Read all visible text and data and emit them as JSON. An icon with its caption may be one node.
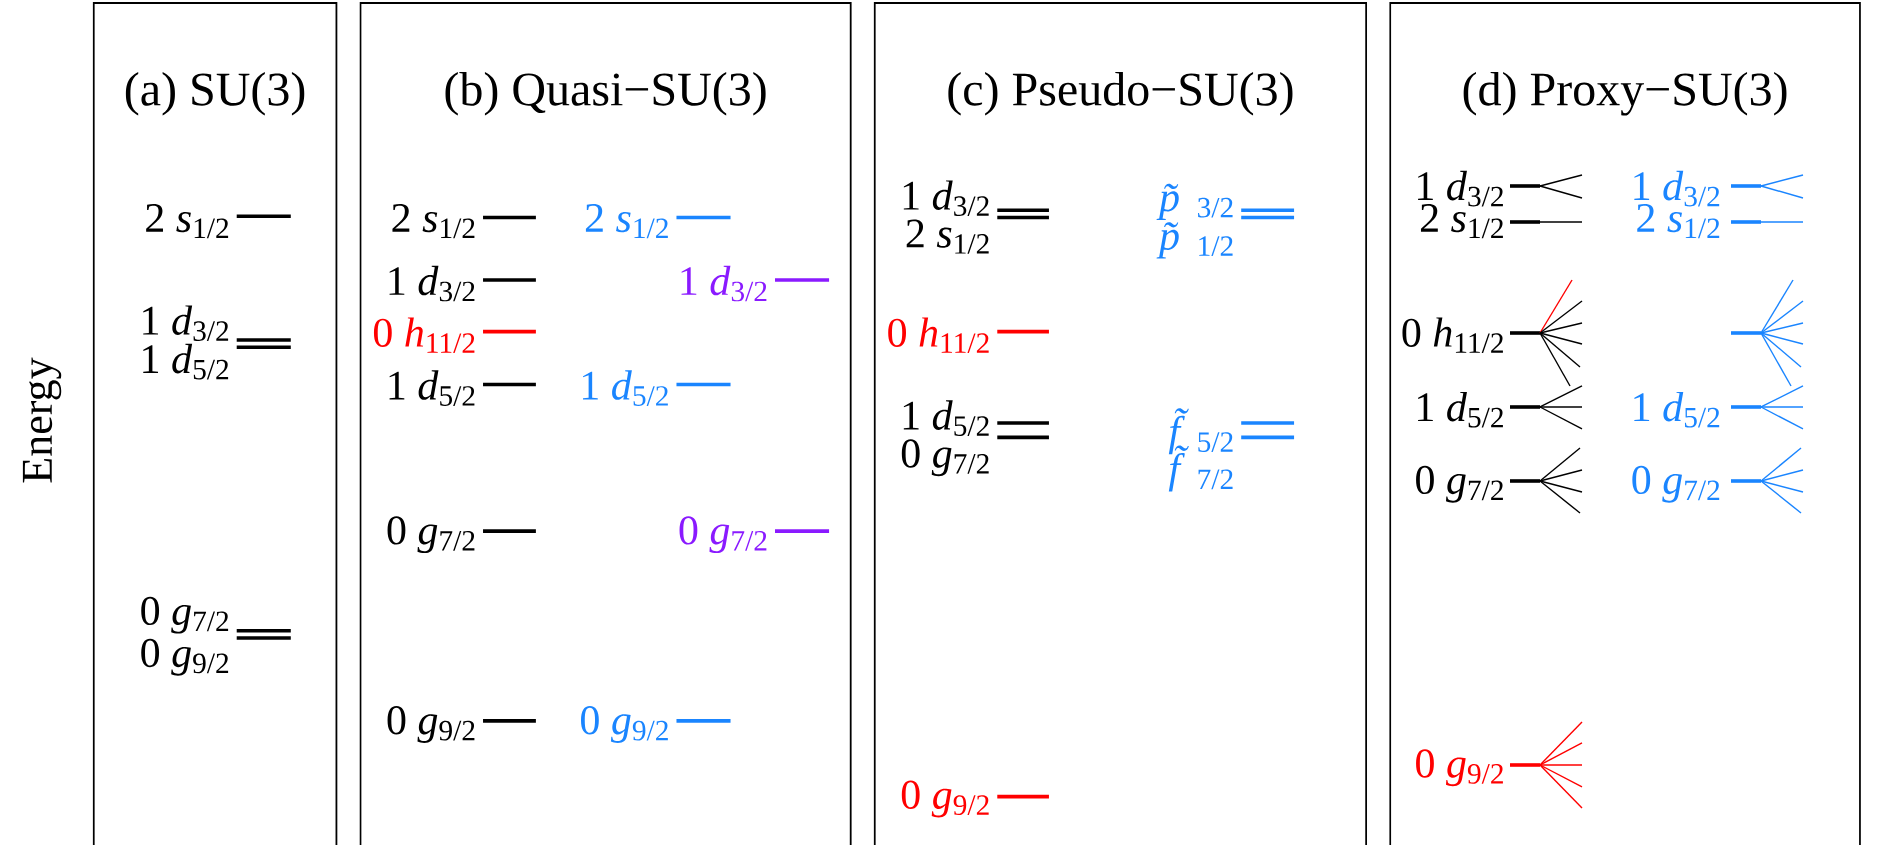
{
  "diagram": {
    "nodes": [
      {
        "text": [
          "(a) SU(3)"
        ]
      },
      {
        "text": [
          "(b) Quasi−SU(3)"
        ]
      },
      {
        "text": [
          "(c) Pseudo−SU(3)"
        ]
      },
      {
        "text": [
          "(d) Proxy−SU(3)"
        ]
      }
    ],
    "labels": [
      "Energy",
      "2 *s*$_{1/2}$",
      "1 *d*$_{3/2}$",
      "1 *d*$_{5/2}$",
      "0 *g*$_{7/2}$",
      "0 *g*$_{9/2}$",
      "2 *s*$_{1/2}$",
      "1 *d*$_{3/2}$",
      "0 *h*$_{11/2}$",
      "1 *d*$_{5/2}$",
      "0 *g*$_{7/2}$",
      "0 *g*$_{9/2}$",
      "2 *s*$_{1/2}$",
      "1 *d*$_{3/2}$",
      "1 *d*$_{5/2}$",
      "0 *g*$_{7/2}$",
      "0 *g*$_{9/2}$",
      "1 *d*$_{3/2}$",
      "2 *s*$_{1/2}$",
      "0 *h*$_{11/2}$",
      "1 *d*$_{5/2}$",
      "0 *g*$_{7/2}$",
      "0 *g*$_{9/2}$",
      "*p̃*$_{3/2}$",
      "*p̃*$_{1/2}$",
      "*f̃*$_{5/2}$",
      "*f̃*$_{7/2}$",
      "1 *d*$_{3/2}$",
      "2 *s*$_{1/2}$",
      "0 *h*$_{11/2}$",
      "1 *d*$_{5/2}$",
      "0 *g*$_{7/2}$",
      "0 *g*$_{9/2}$",
      "1 *d*$_{3/2}$",
      "2 *s*$_{1/2}$",
      "1 *d*$_{5/2}$",
      "0 *g*$_{7/2}$"
    ]
  }
}
